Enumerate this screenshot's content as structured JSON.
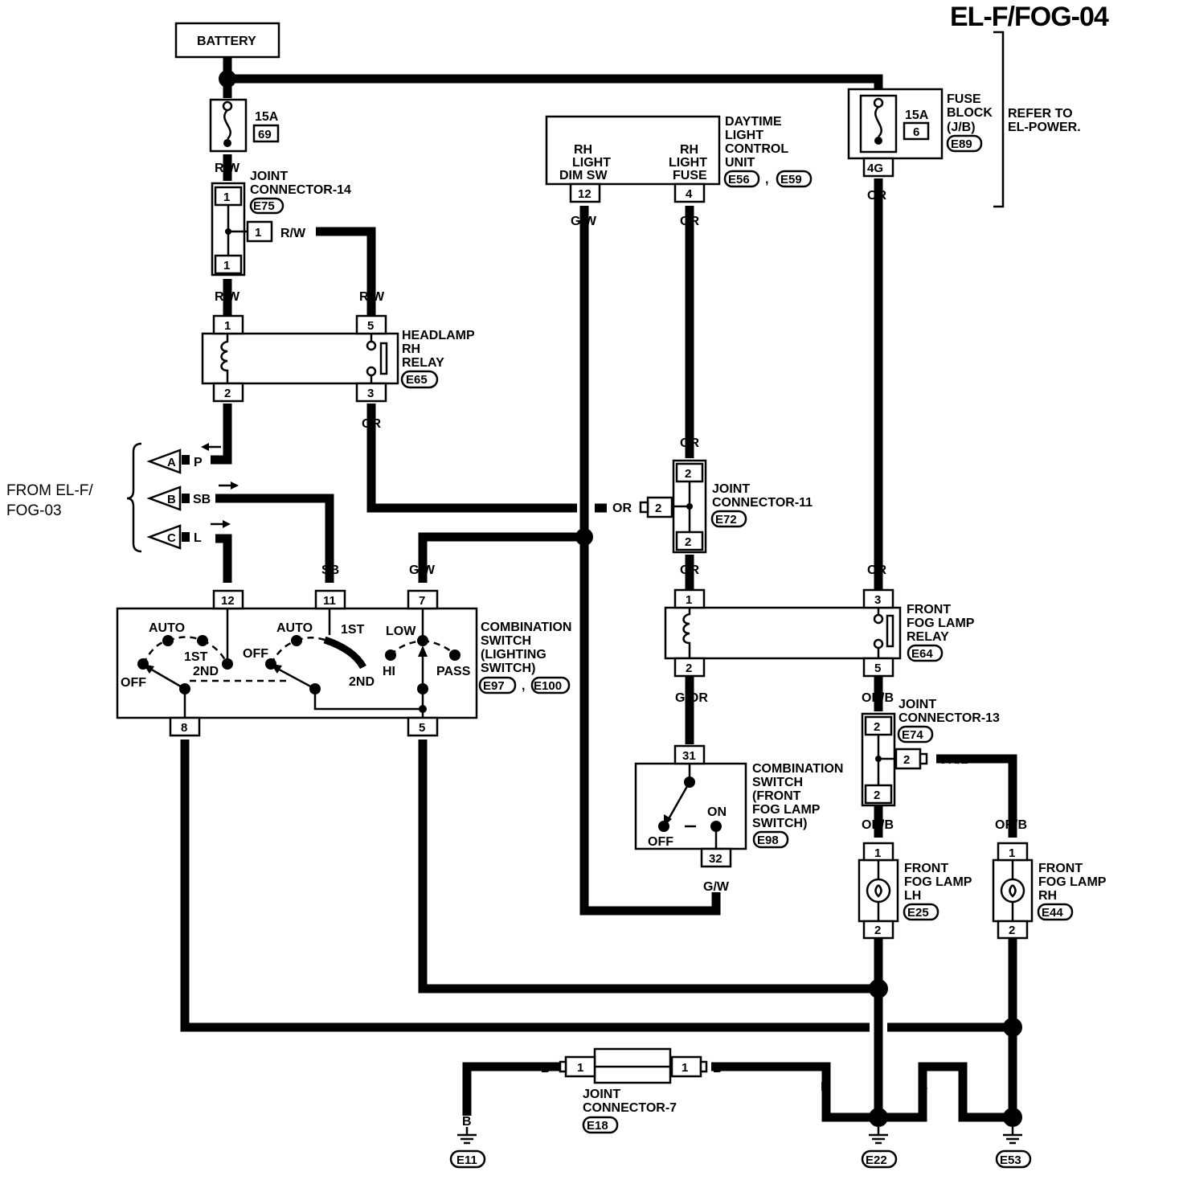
{
  "title": "EL-F/FOG-04",
  "battery": "BATTERY",
  "fuse_left": {
    "rating": "15A",
    "number": "69"
  },
  "fuse_block": {
    "rating": "15A",
    "number": "6",
    "label_1": "FUSE",
    "label_2": "BLOCK",
    "label_3": "(J/B)",
    "connector": "E89",
    "pin": "4G"
  },
  "refer_to": {
    "line_1": "REFER TO",
    "line_2": "EL-POWER."
  },
  "wire_colors": {
    "rw": "R/W",
    "p": "P",
    "or": "OR",
    "sb": "SB",
    "l": "L",
    "gw": "G/W",
    "gor": "G/OR",
    "orb": "OR/B",
    "b": "B"
  },
  "joint_14": {
    "line_1": "JOINT",
    "line_2": "CONNECTOR-14",
    "connector": "E75",
    "pin": "1"
  },
  "relay_rh": {
    "line_1": "HEADLAMP",
    "line_2": "RH",
    "line_3": "RELAY",
    "connector": "E65",
    "pins": [
      "1",
      "5",
      "2",
      "3"
    ]
  },
  "from_ref": {
    "line_1": "FROM EL-F/",
    "line_2": "FOG-03",
    "a": "A",
    "b": "B",
    "c": "C"
  },
  "dlcu": {
    "line_1": "DAYTIME",
    "line_2": "LIGHT",
    "line_3": "CONTROL",
    "line_4": "UNIT",
    "c1": "E56",
    "c2": "E59",
    "sep": ",",
    "left_1": "RH",
    "left_2": "LIGHT",
    "left_3": "DIM SW",
    "right_1": "RH",
    "right_2": "LIGHT",
    "right_3": "FUSE",
    "pin_a": "12",
    "pin_b": "4"
  },
  "joint_11": {
    "line_1": "JOINT",
    "line_2": "CONNECTOR-11",
    "connector": "E72",
    "pin_top": "2",
    "pin_side": "2",
    "pin_bottom": "2"
  },
  "comb_light": {
    "line_1": "COMBINATION",
    "line_2": "SWITCH",
    "line_3": "(LIGHTING",
    "line_4": "SWITCH)",
    "c1": "E97",
    "c2": "E100",
    "sep": ",",
    "pins": [
      "12",
      "11",
      "7",
      "8",
      "5"
    ],
    "auto": "AUTO",
    "first": "1ST",
    "second": "2ND",
    "off": "OFF",
    "low": "LOW",
    "hi": "HI",
    "pass": "PASS"
  },
  "fog_relay": {
    "line_1": "FRONT",
    "line_2": "FOG LAMP",
    "line_3": "RELAY",
    "connector": "E64",
    "pins": [
      "1",
      "3",
      "2",
      "5"
    ]
  },
  "joint_13": {
    "line_1": "JOINT",
    "line_2": "CONNECTOR-13",
    "connector": "E74",
    "pin_top": "2",
    "pin_side": "2",
    "pin_bottom": "2"
  },
  "comb_fog": {
    "line_1": "COMBINATION",
    "line_2": "SWITCH",
    "line_3": "(FRONT",
    "line_4": "FOG LAMP",
    "line_5": "SWITCH)",
    "connector": "E98",
    "pin_in": "31",
    "pin_out": "32",
    "on": "ON",
    "off": "OFF"
  },
  "fog_lh": {
    "line_1": "FRONT",
    "line_2": "FOG LAMP",
    "line_3": "LH",
    "connector": "E25",
    "pin_top": "1",
    "pin_bottom": "2"
  },
  "fog_rh": {
    "line_1": "FRONT",
    "line_2": "FOG LAMP",
    "line_3": "RH",
    "connector": "E44",
    "pin_top": "1",
    "pin_bottom": "2"
  },
  "joint_7": {
    "line_1": "JOINT",
    "line_2": "CONNECTOR-7",
    "connector": "E18",
    "pin": "1"
  },
  "grounds": [
    "E11",
    "E22",
    "E53"
  ]
}
